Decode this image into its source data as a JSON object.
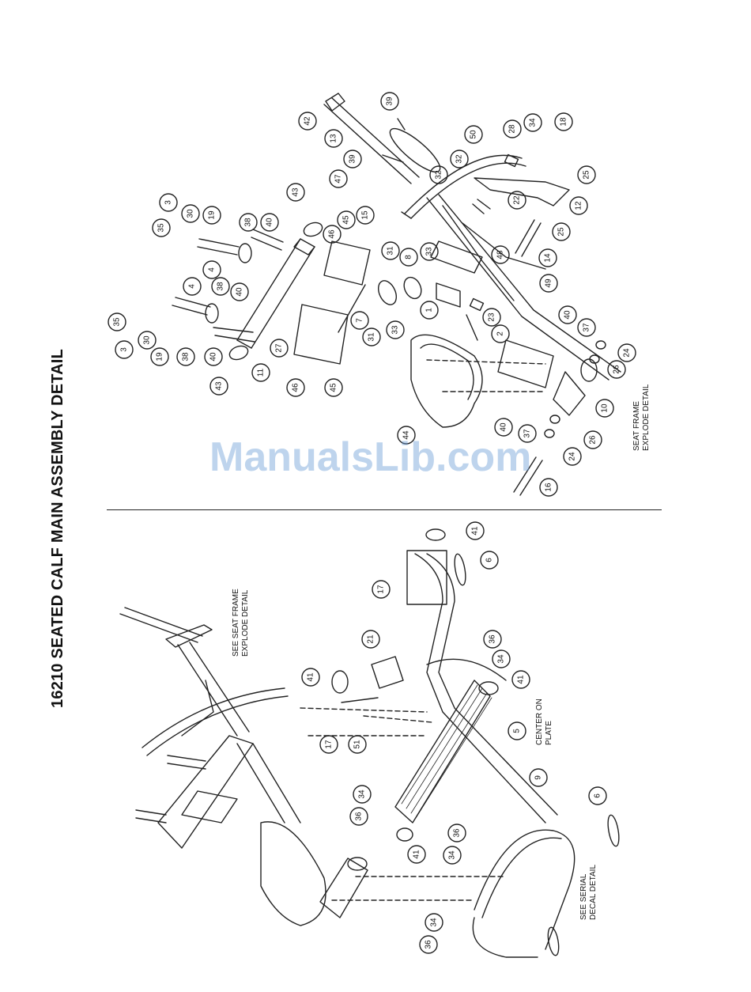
{
  "title": "16210 SEATED CALF MAIN ASSEMBLY DETAIL",
  "watermark": "ManualsLib.com",
  "notes": {
    "see_seat_frame": [
      "SEE SEAT FRAME",
      "EXPLODE DETAIL"
    ],
    "center_on_plate": [
      "CENTER ON",
      "PLATE"
    ],
    "see_serial": [
      "SEE SERIAL",
      "DECAL DETAIL"
    ],
    "seat_frame_explode": [
      "SEAT FRAME",
      "EXPLODE DETAIL"
    ]
  },
  "callouts_top": [
    "39",
    "42",
    "13",
    "39",
    "32",
    "32",
    "47",
    "50",
    "28",
    "34",
    "18",
    "25",
    "22",
    "12",
    "25",
    "14",
    "43",
    "15",
    "45",
    "46",
    "31",
    "8",
    "33",
    "48",
    "49",
    "1",
    "23",
    "2",
    "31",
    "33",
    "7",
    "3",
    "30",
    "19",
    "35",
    "38",
    "40",
    "4",
    "40",
    "38",
    "4",
    "35",
    "3",
    "30",
    "19",
    "38",
    "40",
    "43",
    "11",
    "27",
    "46",
    "45",
    "44",
    "40",
    "37",
    "24",
    "26",
    "10",
    "40",
    "37",
    "26",
    "24",
    "16"
  ],
  "callouts_bottom": [
    "41",
    "6",
    "17",
    "21",
    "36",
    "34",
    "41",
    "5",
    "41",
    "17",
    "51",
    "34",
    "36",
    "9",
    "41",
    "36",
    "34",
    "6",
    "34",
    "36"
  ]
}
